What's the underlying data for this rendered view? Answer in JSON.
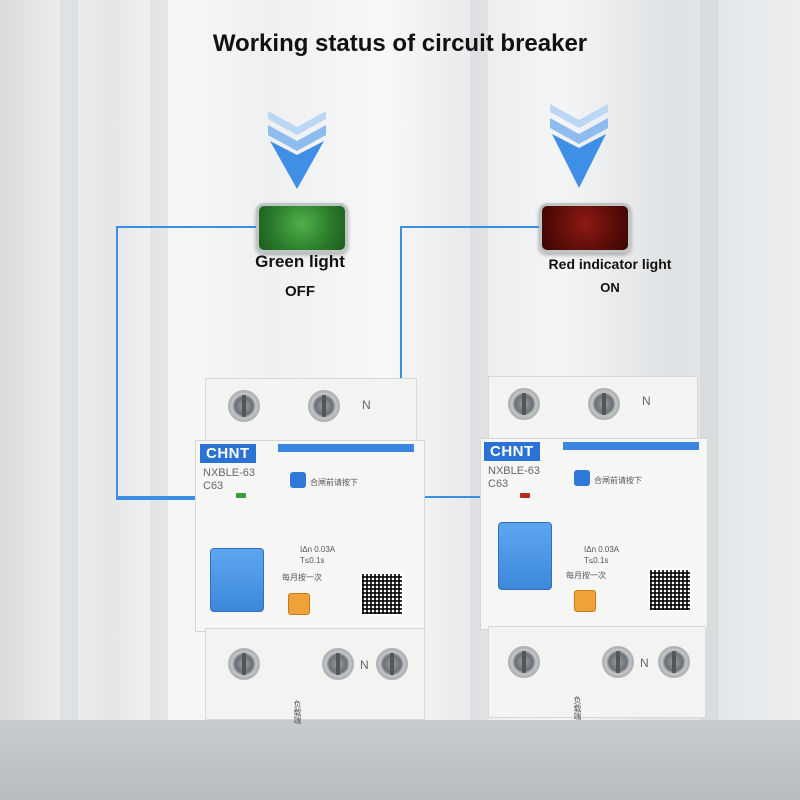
{
  "title": "Working status of circuit breaker",
  "left": {
    "light_label": "Green light",
    "state": "OFF"
  },
  "right": {
    "light_label": "Red indicator light",
    "state": "ON"
  },
  "breaker": {
    "brand": "CHNT",
    "model": "NXBLE-63",
    "rating": "C63",
    "neutral": "N",
    "reset_note": "合闸前请按下",
    "test_note": "每月按一次",
    "load_side": "负载端",
    "leak": "IΔn 0.03A",
    "time": "T≤0.1s"
  },
  "colors": {
    "accent": "#3b8ee3",
    "green_lamp": "#2a7a2a",
    "red_lamp": "#6a0e0a",
    "toggle": "#3d88dc"
  }
}
